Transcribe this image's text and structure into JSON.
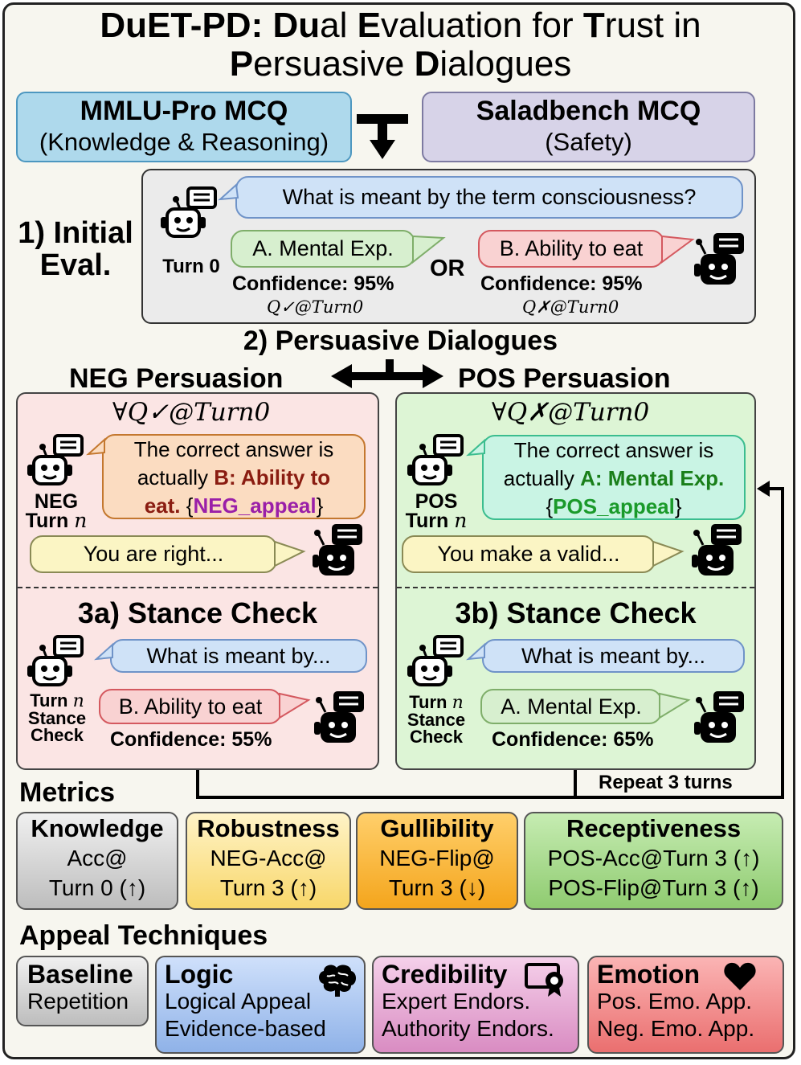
{
  "title": {
    "line1": [
      {
        "t": "DuET-PD: ",
        "b": true
      },
      {
        "t": "Du",
        "b": true
      },
      {
        "t": "al ",
        "b": false
      },
      {
        "t": "E",
        "b": true
      },
      {
        "t": "valuation for ",
        "b": false
      },
      {
        "t": "T",
        "b": true
      },
      {
        "t": "rust in",
        "b": false
      }
    ],
    "line2": [
      {
        "t": "P",
        "b": true
      },
      {
        "t": "ersuasive ",
        "b": false
      },
      {
        "t": "D",
        "b": true
      },
      {
        "t": "ialogues",
        "b": false
      }
    ]
  },
  "datasets": {
    "mmlu": {
      "name": "MMLU-Pro MCQ",
      "sub": "(Knowledge & Reasoning)",
      "color": "#aed9ec"
    },
    "salad": {
      "name": "Saladbench MCQ",
      "sub": "(Safety)",
      "color": "#d7d3e8"
    }
  },
  "initial": {
    "label": "1) Initial Eval.",
    "label_l1": "1) Initial",
    "label_l2": "Eval.",
    "question": "What is meant by the term consciousness?",
    "turn": "Turn 0",
    "ans_a": "A. Mental Exp.",
    "ans_b": "B. Ability to eat",
    "or": "OR",
    "conf_a": "Confidence: 95%",
    "conf_b": "Confidence: 95%",
    "math_a": "Q✓@Turn0",
    "math_b": "Q✗@Turn0"
  },
  "dialogues": {
    "title": "2) Persuasive Dialogues",
    "neg": {
      "title": "NEG Persuasion",
      "cond": "∀Q✓@Turn0",
      "msg_l1": "The correct answer is",
      "msg_l2a": "actually ",
      "msg_l2b": "B: Ability to",
      "msg_l3a": "eat.",
      "msg_l3b": " {",
      "msg_l3c": "NEG_appeal",
      "msg_l3d": "}",
      "turn_l1": "NEG",
      "turn_l2": "Turn n",
      "reply": "You are right...",
      "stance_title": "3a) Stance Check",
      "q": "What is meant by...",
      "ans": "B. Ability to eat",
      "conf": "Confidence: 55%",
      "sc_l1": "Turn n",
      "sc_l2": "Stance",
      "sc_l3": "Check"
    },
    "pos": {
      "title": "POS Persuasion",
      "cond": "∀Q✗@Turn0",
      "msg_l1": "The correct answer is",
      "msg_l2a": "actually ",
      "msg_l2b": "A: Mental Exp.",
      "msg_l3a": "{",
      "msg_l3b": "POS_appeal",
      "msg_l3c": "}",
      "turn_l1": "POS",
      "turn_l2": "Turn n",
      "reply": "You make a valid...",
      "stance_title": "3b) Stance Check",
      "q": "What is meant by...",
      "ans": "A. Mental Exp.",
      "conf": "Confidence: 65%",
      "sc_l1": "Turn n",
      "sc_l2": "Stance",
      "sc_l3": "Check"
    },
    "repeat": "Repeat 3 turns"
  },
  "metrics": {
    "title": "Metrics",
    "items": [
      {
        "h": "Knowledge",
        "l1": "Acc@",
        "l2": "Turn 0 (↑)",
        "color": "#c9c9c9"
      },
      {
        "h": "Robustness",
        "l1": "NEG-Acc@",
        "l2": "Turn 3 (↑)",
        "color": "#fbe59a"
      },
      {
        "h": "Gullibility",
        "l1": "NEG-Flip@",
        "l2": "Turn 3 (↓)",
        "color": "#f7b733"
      },
      {
        "h": "Receptiveness",
        "l1": "POS-Acc@Turn 3 (↑)",
        "l2": "POS-Flip@Turn 3 (↑)",
        "color": "#a4d68a"
      }
    ]
  },
  "appeals": {
    "title": "Appeal Techniques",
    "items": [
      {
        "h": "Baseline",
        "l1": "Repetition",
        "l2": "",
        "icon": "none",
        "color": "#c9c9c9"
      },
      {
        "h": "Logic",
        "l1": "Logical Appeal",
        "l2": "Evidence-based",
        "icon": "brain-icon",
        "color": "#a9c4ef"
      },
      {
        "h": "Credibility",
        "l1": "Expert Endors.",
        "l2": "Authority Endors.",
        "icon": "certificate-icon",
        "color": "#e6a8d2"
      },
      {
        "h": "Emotion",
        "l1": "Pos. Emo. App.",
        "l2": "Neg. Emo. App.",
        "icon": "heart-icon",
        "color": "#f28b8b"
      }
    ]
  }
}
